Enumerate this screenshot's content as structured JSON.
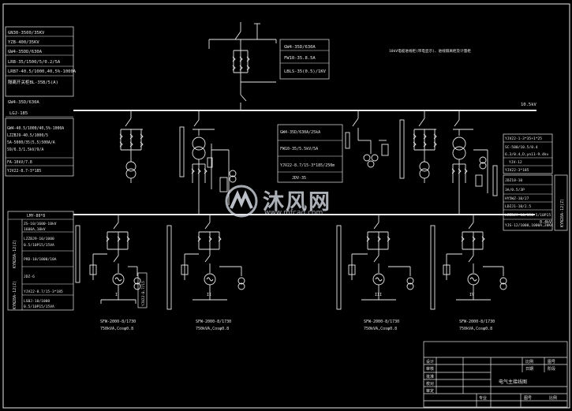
{
  "top_left_specs": [
    "GN30-3500/35KV",
    "YZB-400/35KV",
    "GW4-35DD/630A",
    "LRB-35/1500/5/0.2/5A",
    "LRB7-40.5/1000,40,5%-1000A",
    "隔离开关柜BL-35B/5(A)"
  ],
  "bus_label_left_top": "GW4-35D/630A",
  "bus_label_left_2": "LGJ-185",
  "top_feeder_specs": [
    "GW4-35D/630A",
    "FW10-35.8.5A",
    "LBLS-35(0.5)/1KV"
  ],
  "top_note": "10kV电缆进线柜(带电显示)、进线隔离柜及计量柜",
  "bus_label_right": "10.5kV",
  "left_panel_specs": [
    "GW4-40.5/1000/40,5%-1000A",
    "LZZBJ9-40.5/1000/5",
    "5A-5000/35(5,5)500A/A",
    "S9/6.3/1.5kV/9/A",
    "FA-10kV/7.8",
    "YJV22-8.7-3*185"
  ],
  "center_specs": [
    "GW4-35D/630A/25kA",
    "FW10-35/5.5kV/5A",
    "YJV22-8.7/15-3*185/250m",
    "JDV-35"
  ],
  "right_panel_specs": [
    "YJV22-1-3*35+1*25",
    "SC-500/10.5/0.4",
    "6.3/0.4,D,yn11-9.4kv",
    "YJV-12",
    "YJV22-3*185"
  ],
  "right_box_specs": [
    "JDZ10-10",
    "3A/0.5/3P",
    "HY5WZ-10/27",
    "LDZJ1-10/2.5",
    "LZZBJ9-10/150-5/10P15",
    "YJS-12/1000,1000A,20KA"
  ],
  "right_vertical": "KYN28A-12(Z)",
  "right_bus_label": "0.4kV",
  "bottom_left_specs": [
    "LMY-80*8",
    "ZS-10/1600-10kV",
    "1600A,10kV",
    "LZZBJ9-10/1000",
    "0.5/10P15/15VA",
    "PRD-10/1000/10A",
    "JDZ-6",
    "YJV22-8.7/15-3*185",
    "LSBJ-10/1000",
    "0.5/10P15/15VA"
  ],
  "bottom_left_vertical": [
    "KYN28A-12(Z)",
    "KYN28A-12(Z)"
  ],
  "small_box_label": "YJV22-8.7/15",
  "gen_labels": [
    "SFW-2000-8/1730",
    "SFW-2000-8/1730",
    "SFW-2000-8/1730",
    "SFW-2000-8/1730"
  ],
  "gen_labels_2": [
    "750kVA,Cosφ0.8",
    "750kVA,Cosφ0.8",
    "750kVA,Cosφ0.8",
    "750kVA,Cosφ0.8"
  ],
  "gen_numbers": [
    "I",
    "II",
    "III",
    "IV"
  ],
  "title_block": {
    "rows_left": [
      "设计",
      "审核",
      "批准",
      "校对",
      "审定"
    ],
    "cell_a": "比例",
    "cell_b": "图号",
    "cell_c": "日期",
    "cell_d": "阶段",
    "drawing_title": "电气主接线图",
    "bottom_cells": [
      "专业",
      "图号",
      "比例"
    ]
  },
  "watermark": {
    "text": "沐风网",
    "sub": "www.mfcad.com"
  }
}
